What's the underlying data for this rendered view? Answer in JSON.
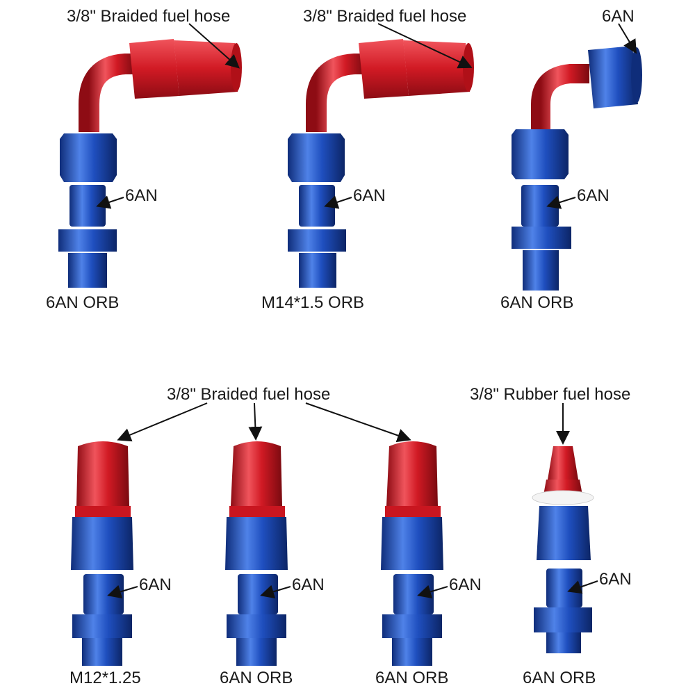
{
  "colors": {
    "red": "#d11a24",
    "red_dark": "#8e0c14",
    "red_light": "#f0545c",
    "blue": "#1f4fbf",
    "blue_dark": "#0f2d7a",
    "blue_light": "#4f82e8",
    "ptfe_white": "#f4f4f4",
    "ink": "#111111"
  },
  "labels": {
    "hose": [
      "3/8\" Braided fuel hose",
      "3/8\" Braided fuel hose",
      "6AN",
      "3/8\" Braided fuel hose",
      "3/8\" Rubber fuel hose"
    ],
    "an": [
      "6AN",
      "6AN",
      "6AN",
      "6AN",
      "6AN",
      "6AN",
      "6AN"
    ],
    "captions": [
      "6AN ORB",
      "M14*1.5 ORB",
      "6AN ORB",
      "M12*1.25",
      "6AN ORB",
      "6AN ORB",
      "6AN ORB"
    ]
  }
}
